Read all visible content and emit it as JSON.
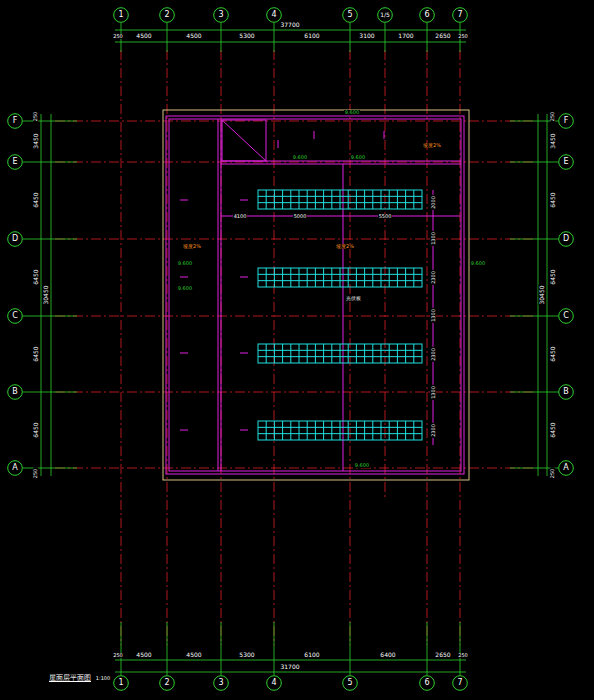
{
  "diagram": {
    "title": "屋面层平面图",
    "nodes": [
      {
        "text": [
          "1"
        ]
      },
      {
        "text": [
          "2"
        ]
      },
      {
        "text": [
          "3"
        ]
      },
      {
        "text": [
          "4"
        ]
      },
      {
        "text": [
          "5"
        ]
      },
      {
        "text": [
          "1/5"
        ]
      },
      {
        "text": [
          "6"
        ]
      },
      {
        "text": [
          "7"
        ]
      },
      {
        "text": [
          "F"
        ]
      },
      {
        "text": [
          "E"
        ]
      },
      {
        "text": [
          "D"
        ]
      },
      {
        "text": [
          "C"
        ]
      },
      {
        "text": [
          "B"
        ]
      },
      {
        "text": [
          "A"
        ]
      },
      {
        "text": [
          "F"
        ]
      },
      {
        "text": [
          "E"
        ]
      },
      {
        "text": [
          "D"
        ]
      },
      {
        "text": [
          "C"
        ]
      },
      {
        "text": [
          "B"
        ]
      },
      {
        "text": [
          "A"
        ]
      },
      {
        "text": [
          "1"
        ]
      },
      {
        "text": [
          "2"
        ]
      },
      {
        "text": [
          "3"
        ]
      },
      {
        "text": [
          "4"
        ]
      },
      {
        "text": [
          "5"
        ]
      },
      {
        "text": [
          "6"
        ]
      },
      {
        "text": [
          "7"
        ]
      }
    ],
    "labels": [
      "37700",
      "250",
      "4500",
      "4500",
      "5300",
      "6100",
      "3100",
      "1700",
      "2650",
      "250",
      "250",
      "4500",
      "4500",
      "5300",
      "6100",
      "6400",
      "2650",
      "250",
      "31700",
      "250",
      "3450",
      "6450",
      "6450",
      "6450",
      "6450",
      "250",
      "30450",
      "250",
      "3450",
      "6450",
      "6450",
      "6450",
      "6450",
      "250",
      "30450",
      "9.600",
      "9.600",
      "9.600",
      "坡度2%",
      "4100",
      "5000",
      "5500",
      "2000",
      "1300",
      "2300",
      "1300",
      "2300",
      "1300",
      "2300",
      "坡度2%",
      "坡度2%",
      "9.600",
      "9.600",
      "9.600",
      "光伏板",
      "9.600",
      "1:100"
    ]
  }
}
